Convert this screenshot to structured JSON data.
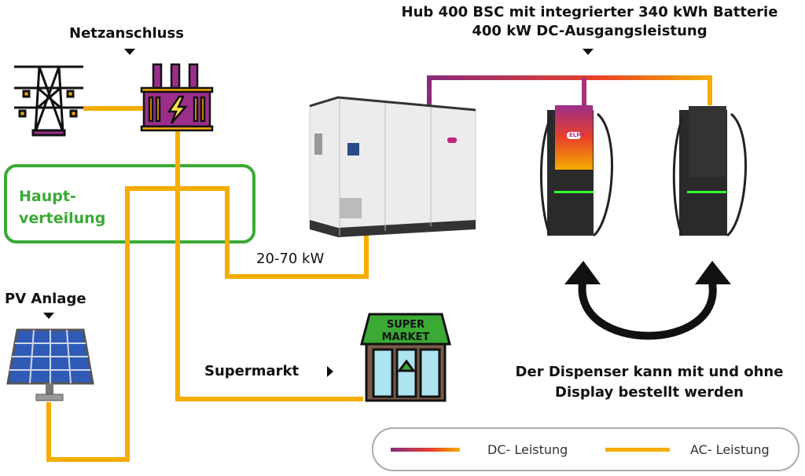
{
  "title_line1": "Hub 400 BSC mit integrierter 340 kWh Batterie",
  "title_line2": "400 kW DC-Ausgangsleistung",
  "grid_label": "Netzanschluss",
  "distribution_label_1": "Haupt-",
  "distribution_label_2": "verteilung",
  "pv_label": "PV Anlage",
  "supermarket_label": "Supermarkt",
  "power_label": "20-70 kW",
  "dispenser_note_1": "Der Dispenser kann mit und ohne",
  "dispenser_note_2": "Display bestellt werden",
  "market_sign_1": "SUPER",
  "market_sign_2": "MARKET",
  "logo_text": "ELMI",
  "legend": {
    "dc": "DC- Leistung",
    "ac": "AC- Leistung"
  },
  "colors": {
    "ac": "#f5ad00",
    "green": "#3aaa35",
    "dc_start": "#8a2a7a",
    "dc_mid": "#e8412a",
    "dc_end": "#f5ad00",
    "transformer": "#9b2e8a"
  }
}
